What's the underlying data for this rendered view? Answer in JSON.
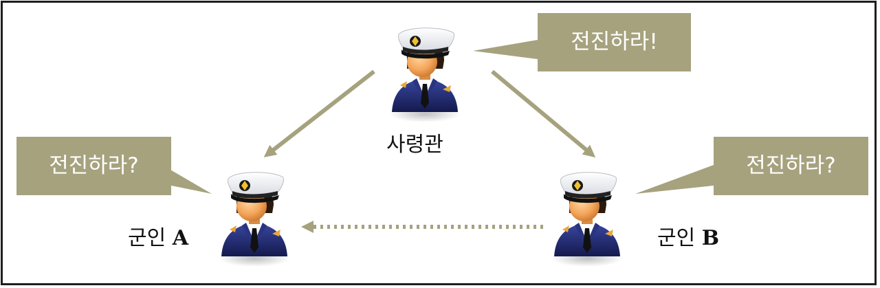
{
  "diagram": {
    "commander": {
      "label": "사령관",
      "bubble": "전진하라!"
    },
    "soldier_a": {
      "label_prefix": "군인",
      "label_letter": "A",
      "bubble": "전진하라?"
    },
    "soldier_b": {
      "label_prefix": "군인",
      "label_letter": "B",
      "bubble": "전진하라?"
    },
    "edges": [
      {
        "from": "commander",
        "to": "soldier_a",
        "style": "solid"
      },
      {
        "from": "commander",
        "to": "soldier_b",
        "style": "solid"
      },
      {
        "from": "soldier_b",
        "to": "soldier_a",
        "style": "dotted"
      }
    ]
  },
  "colors": {
    "bubble_fill": "#a6a27e",
    "arrow": "#a6a27e",
    "uniform": "#1c2462",
    "skin": "#f4a55a",
    "border": "#1e1e1e"
  }
}
